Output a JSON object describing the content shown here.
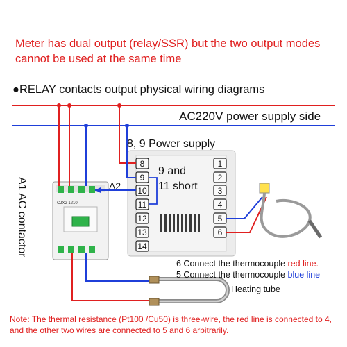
{
  "warning_text": "Meter has dual output (relay/SSR) but the two output modes cannot be used at the same time",
  "heading": {
    "bullet": "●",
    "text": "RELAY contacts output physical wiring diagrams"
  },
  "power_side_label": "AC220V power supply side",
  "power_supply_label": "8, 9 Power supply",
  "short_label_line1": "9 and",
  "short_label_line2": "11 short",
  "a2_label": "A2",
  "contactor_label": "A1 AC contactor",
  "contactor_model": "CJX2 1210",
  "terminals": {
    "left": [
      "8",
      "9",
      "10",
      "11",
      "12",
      "13",
      "14"
    ],
    "right": [
      "1",
      "2",
      "3",
      "4",
      "5",
      "6"
    ]
  },
  "thermocouple": {
    "line6_prefix": "6 Connect the thermocouple ",
    "line6_color_word": "red line.",
    "line5_prefix": "5 Connect the thermocouple ",
    "line5_color_word": "blue line"
  },
  "heating_tube_label": "Heating tube",
  "note_text": "Note: The thermal resistance (Pt100 /Cu50) is three-wire, the red line is connected to 4, and the other two wires are connected to 5 and 6 arbitrarily.",
  "colors": {
    "red_wire": "#e02020",
    "blue_wire": "#1f3fd9",
    "contactor_green": "#2fb34a",
    "meter_gray": "#ececec"
  }
}
